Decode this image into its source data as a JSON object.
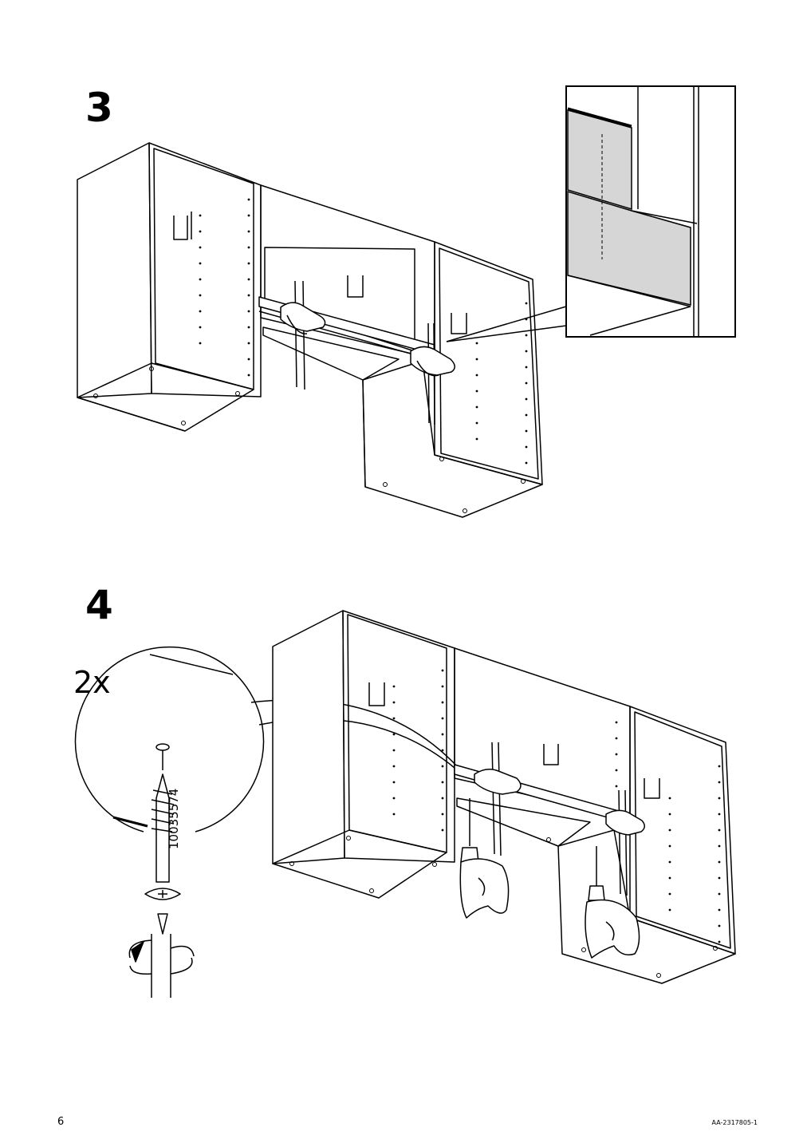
{
  "steps": [
    {
      "number": "3"
    },
    {
      "number": "4",
      "quantity": "2x",
      "part_number": "10035574"
    }
  ],
  "footer": {
    "page_number": "6",
    "doc_ref": "AA-2317805-1"
  },
  "icons": [
    "cabinet-frame-icon",
    "clamp-icon",
    "detail-zoom-icon",
    "screw-icon",
    "screwdriver-rotate-icon",
    "drill-icon"
  ]
}
